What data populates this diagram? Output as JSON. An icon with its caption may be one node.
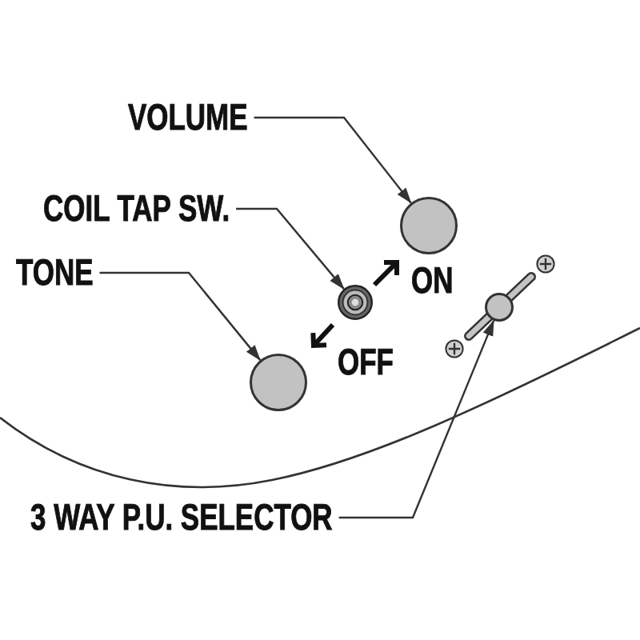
{
  "diagram": {
    "nodes": [
      {
        "text": [
          "VOLUME"
        ]
      },
      {
        "text": [],
        "shape": "circle"
      },
      {
        "text": [
          "COIL TAP SW."
        ]
      },
      {
        "text": [],
        "shape": "circle"
      },
      {
        "text": [
          "TONE"
        ]
      },
      {
        "text": [],
        "shape": "circle"
      },
      {
        "text": [],
        "shape": "circle"
      },
      {
        "text": [
          "3 WAY P.U. SELECTOR"
        ]
      }
    ],
    "edges": [
      {
        "from": 0,
        "to": 1,
        "arrow": "to"
      },
      {
        "from": 2,
        "to": 3,
        "arrow": "to"
      },
      {
        "from": 4,
        "to": 5,
        "arrow": "to"
      },
      {
        "from": 7,
        "to": 6,
        "arrow": "to"
      }
    ],
    "labels": [
      "ON",
      "OFF"
    ]
  }
}
